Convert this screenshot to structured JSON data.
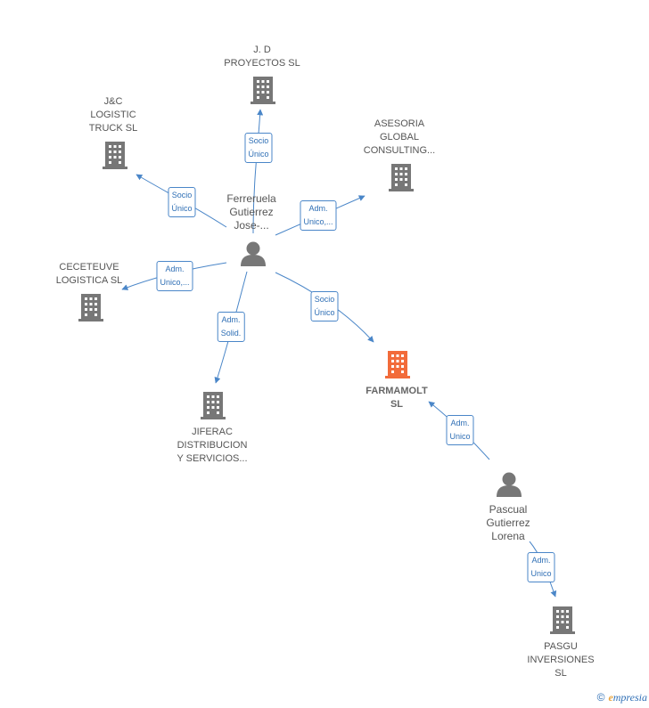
{
  "colors": {
    "edge": "#4a86c8",
    "building": "#777777",
    "focus": "#f26b3a",
    "person": "#777777"
  },
  "nodes": {
    "jd": {
      "label": "J. D\nPROYECTOS  SL",
      "icon": "building-icon"
    },
    "jc": {
      "label": "J&C\nLOGISTIC\nTRUCK  SL",
      "icon": "building-icon"
    },
    "asesoria": {
      "label": "ASESORIA\nGLOBAL\nCONSULTING...",
      "icon": "building-icon"
    },
    "ceceteuve": {
      "label": "CECETEUVE\nLOGISTICA  SL",
      "icon": "building-icon"
    },
    "farmamolt": {
      "label": "FARMAMOLT\nSL",
      "icon": "building-icon"
    },
    "jiferac": {
      "label": "JIFERAC\nDISTRIBUCION\nY SERVICIOS...",
      "icon": "building-icon"
    },
    "pasgu": {
      "label": "PASGU\nINVERSIONES\nSL",
      "icon": "building-icon"
    },
    "ferreruela": {
      "label": "Ferreruela\nGutierrez\nJose-...",
      "icon": "person-icon"
    },
    "pascual": {
      "label": "Pascual\nGutierrez\nLorena",
      "icon": "person-icon"
    }
  },
  "edges": {
    "to_jd": "Socio\nÚnico",
    "to_jc": "Socio\nÚnico",
    "to_asesoria": "Adm.\nUnico,...",
    "to_ceceteuve": "Adm.\nUnico,...",
    "to_farmamolt": "Socio\nÚnico",
    "to_jiferac": "Adm.\nSolid.",
    "pascual_to_farmamolt": "Adm.\nUnico",
    "pascual_to_pasgu": "Adm.\nUnico"
  },
  "footer": {
    "copyright": "©",
    "brand_initial": "e",
    "brand_rest": "mpresia"
  }
}
